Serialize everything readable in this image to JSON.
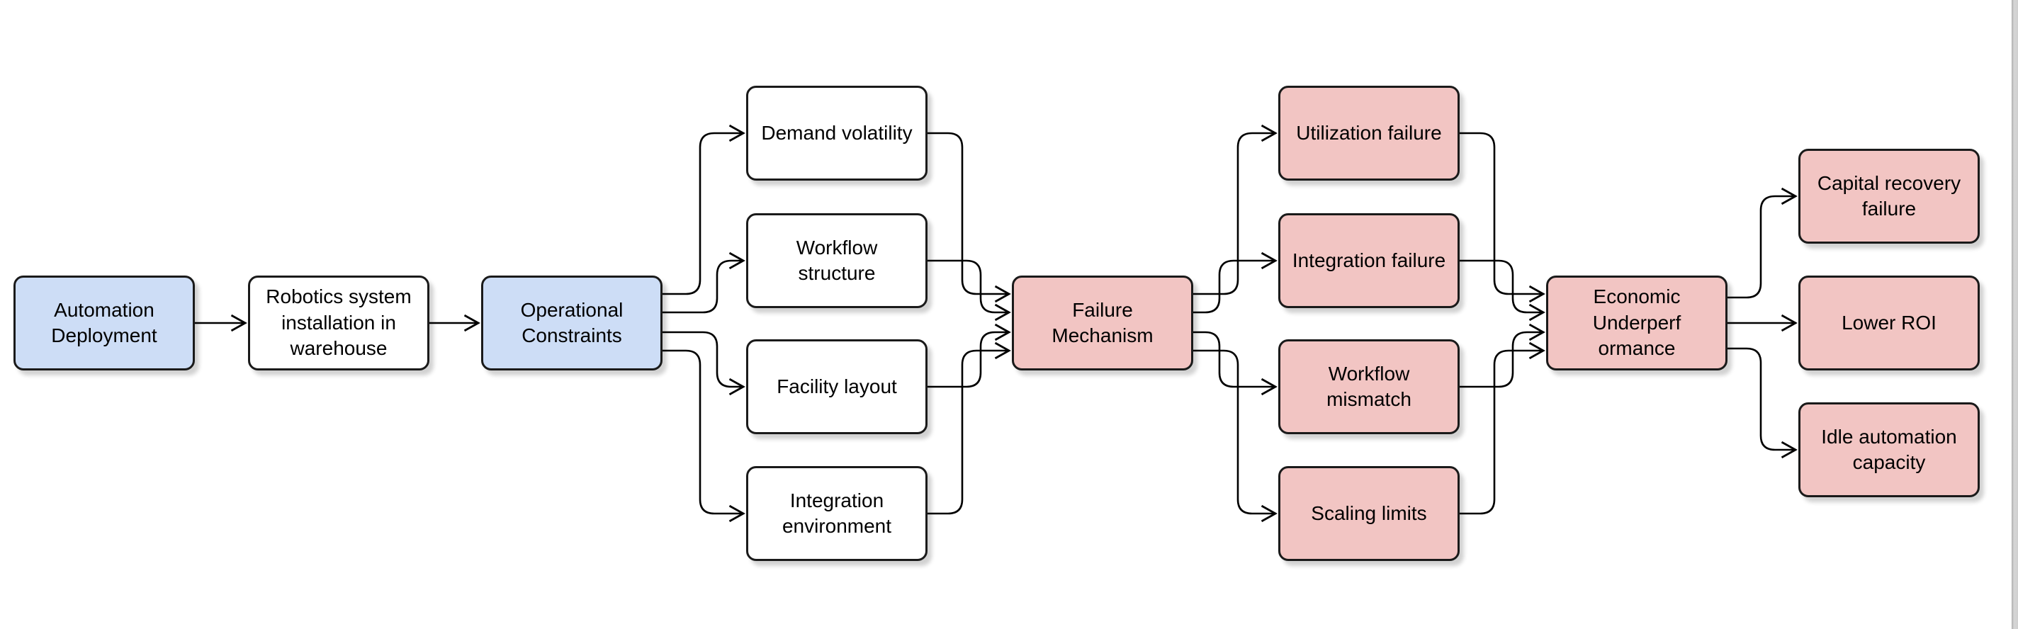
{
  "diagram": {
    "type": "flowchart",
    "direction": "left-to-right",
    "colors": {
      "node_blue": "#cdddf6",
      "node_pink": "#f2c5c3",
      "node_white": "#ffffff",
      "border": "#1a1a1a",
      "edge": "#000000",
      "scrollbar": "#cfcfcf"
    },
    "nodes": [
      {
        "id": "automation-deployment",
        "label": "Automation Deployment",
        "fill": "blue"
      },
      {
        "id": "robotics-system-installation",
        "label": "Robotics system installation in warehouse",
        "fill": "white"
      },
      {
        "id": "operational-constraints",
        "label": "Operational Constraints",
        "fill": "blue"
      },
      {
        "id": "demand-volatility",
        "label": "Demand volatility",
        "fill": "white"
      },
      {
        "id": "workflow-structure",
        "label": "Workflow structure",
        "fill": "white"
      },
      {
        "id": "facility-layout",
        "label": "Facility layout",
        "fill": "white"
      },
      {
        "id": "integration-environment",
        "label": "Integration environment",
        "fill": "white"
      },
      {
        "id": "failure-mechanism",
        "label": "Failure Mechanism",
        "fill": "pink"
      },
      {
        "id": "utilization-failure",
        "label": "Utilization failure",
        "fill": "pink"
      },
      {
        "id": "integration-failure",
        "label": "Integration failure",
        "fill": "pink"
      },
      {
        "id": "workflow-mismatch",
        "label": "Workflow mismatch",
        "fill": "pink"
      },
      {
        "id": "scaling-limits",
        "label": "Scaling limits",
        "fill": "pink"
      },
      {
        "id": "economic-underperformance",
        "label": "Economic Underperformance",
        "fill": "pink"
      },
      {
        "id": "capital-recovery-failure",
        "label": "Capital recovery failure",
        "fill": "pink"
      },
      {
        "id": "lower-roi",
        "label": "Lower ROI",
        "fill": "pink"
      },
      {
        "id": "idle-automation-capacity",
        "label": "Idle automation capacity",
        "fill": "pink"
      }
    ],
    "edges": [
      {
        "from": "automation-deployment",
        "to": "robotics-system-installation"
      },
      {
        "from": "robotics-system-installation",
        "to": "operational-constraints"
      },
      {
        "from": "operational-constraints",
        "to": "demand-volatility"
      },
      {
        "from": "operational-constraints",
        "to": "workflow-structure"
      },
      {
        "from": "operational-constraints",
        "to": "facility-layout"
      },
      {
        "from": "operational-constraints",
        "to": "integration-environment"
      },
      {
        "from": "demand-volatility",
        "to": "failure-mechanism"
      },
      {
        "from": "workflow-structure",
        "to": "failure-mechanism"
      },
      {
        "from": "facility-layout",
        "to": "failure-mechanism"
      },
      {
        "from": "integration-environment",
        "to": "failure-mechanism"
      },
      {
        "from": "failure-mechanism",
        "to": "utilization-failure"
      },
      {
        "from": "failure-mechanism",
        "to": "integration-failure"
      },
      {
        "from": "failure-mechanism",
        "to": "workflow-mismatch"
      },
      {
        "from": "failure-mechanism",
        "to": "scaling-limits"
      },
      {
        "from": "utilization-failure",
        "to": "economic-underperformance"
      },
      {
        "from": "integration-failure",
        "to": "economic-underperformance"
      },
      {
        "from": "workflow-mismatch",
        "to": "economic-underperformance"
      },
      {
        "from": "scaling-limits",
        "to": "economic-underperformance"
      },
      {
        "from": "economic-underperformance",
        "to": "capital-recovery-failure"
      },
      {
        "from": "economic-underperformance",
        "to": "lower-roi"
      },
      {
        "from": "economic-underperformance",
        "to": "idle-automation-capacity"
      }
    ]
  }
}
